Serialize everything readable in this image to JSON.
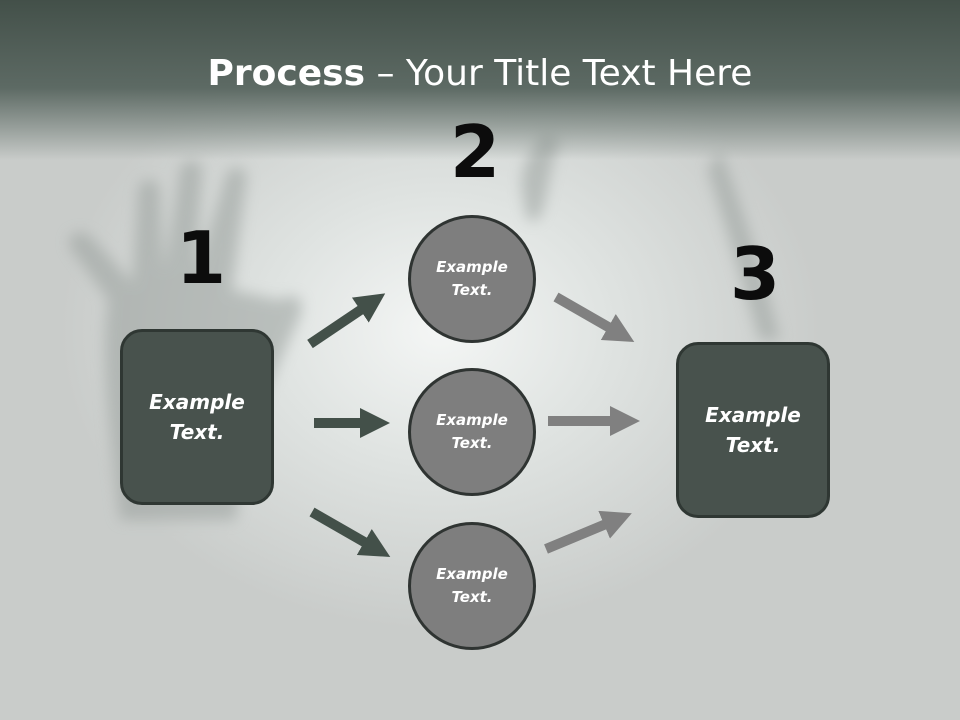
{
  "title": {
    "bold": "Process",
    "rest": " – Your Title Text Here"
  },
  "steps": {
    "one": "1",
    "two": "2",
    "three": "3"
  },
  "boxes": {
    "left": "Example\nText.",
    "right": "Example\nText."
  },
  "circles": {
    "top": "Example\nText.",
    "middle": "Example\nText.",
    "bottom": "Example\nText."
  },
  "colors": {
    "header": "#435049",
    "box_fill": "#48524d",
    "circle_fill": "#7e7e7e",
    "arrow_dark": "#435049",
    "arrow_light": "#808080"
  }
}
